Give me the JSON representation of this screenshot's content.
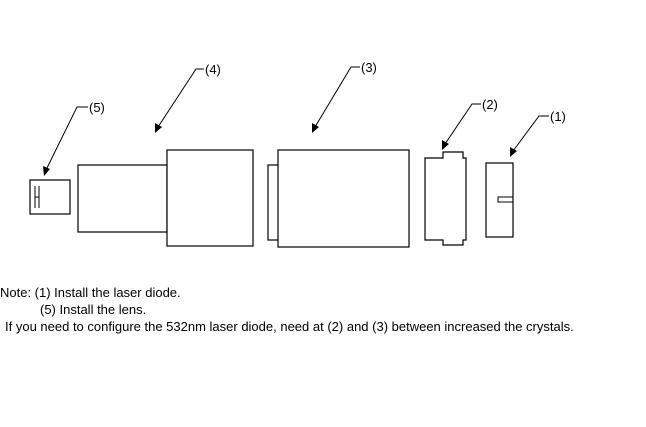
{
  "callouts": {
    "c1": "(1)",
    "c2": "(2)",
    "c3": "(3)",
    "c4": "(4)",
    "c5": "(5)"
  },
  "notes": {
    "line1": "Note: (1) Install the laser diode.",
    "line2": "(5) Install the lens.",
    "line3": "If you need to configure the 532nm laser diode, need at (2) and (3) between increased the crystals."
  }
}
